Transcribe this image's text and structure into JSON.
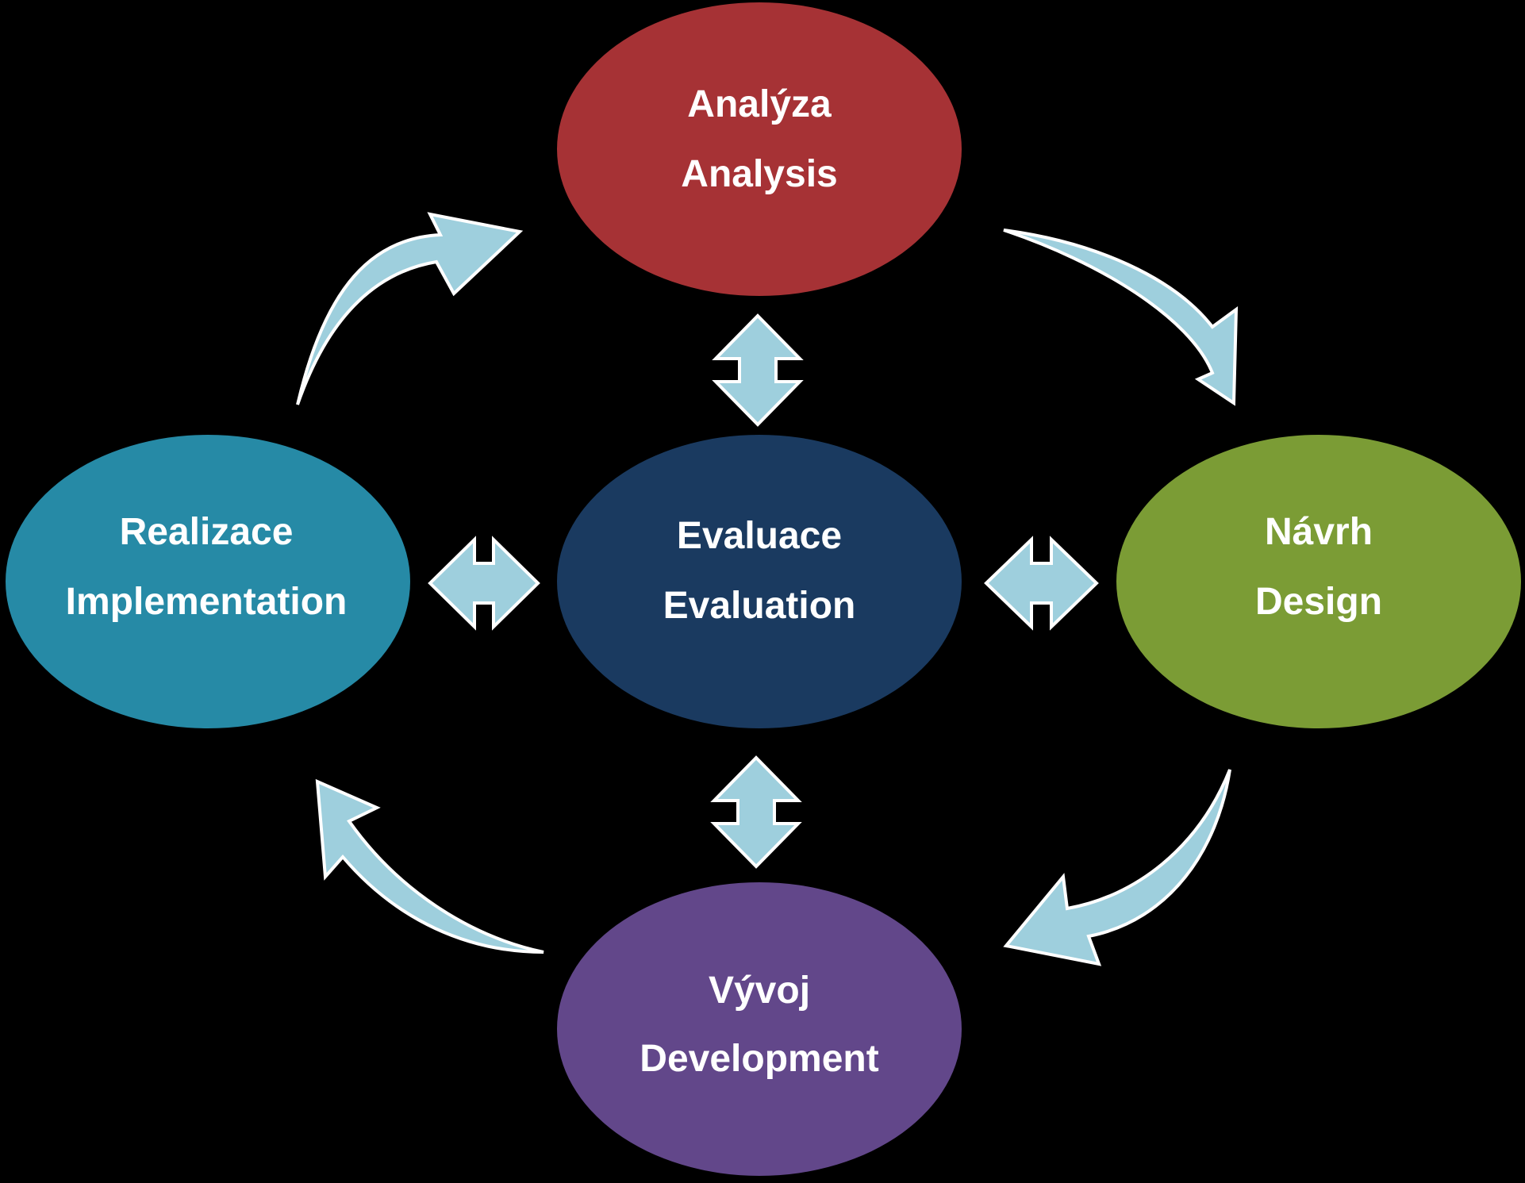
{
  "nodes": {
    "analysis": {
      "line1": "Analýza",
      "line2": "Analysis",
      "color": "#a63235"
    },
    "design": {
      "line1": "Návrh",
      "line2": "Design",
      "color": "#7b9c35"
    },
    "development": {
      "line1": "Vývoj",
      "line2": "Development",
      "color": "#62478a"
    },
    "implementation": {
      "line1": "Realizace",
      "line2": "Implementation",
      "color": "#268aa6"
    },
    "evaluation": {
      "line1": "Evaluace",
      "line2": "Evaluation",
      "color": "#1a3a60"
    }
  },
  "arrow_color": "#9ecfdd",
  "arrow_outline_color": "#ffffff",
  "background_color": "#000000"
}
